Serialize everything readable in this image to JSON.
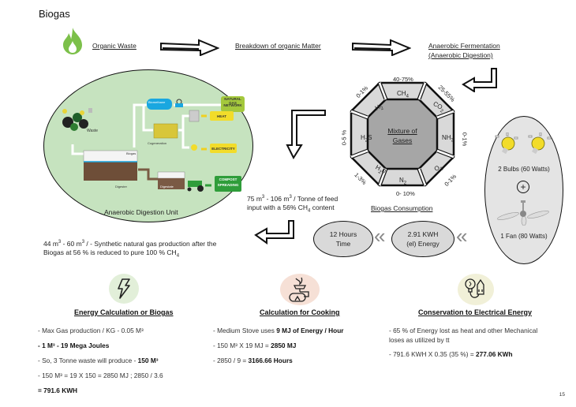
{
  "page": {
    "title": "Biogas",
    "page_number": "15"
  },
  "flow": {
    "steps": [
      "Organic Waste",
      "Breakdown of organic Matter",
      "Anaerobic Fermentation",
      "(Anaerobic Digestion)"
    ]
  },
  "digestion_unit": {
    "caption": "Anaerobic Digestion Unit",
    "labels": {
      "waste": "Waste",
      "digester": "Digester",
      "biogas": "Biogas",
      "biomethane": "Biomethane",
      "cogeneration": "Cogeneration",
      "digestate": "Digestate",
      "natural_gas_network_1": "NATURAL GAS",
      "natural_gas_network_2": "NETWORK",
      "heat": "HEAT",
      "electricity": "ELECTRICITY",
      "compost_1": "COMPOST",
      "compost_2": "SPREADING"
    }
  },
  "gas_mixture": {
    "center_line1": "Mixture of",
    "center_line2": "Gases",
    "segments": [
      {
        "gas": "CH",
        "sub": "4",
        "range": "40-75%"
      },
      {
        "gas": "CO",
        "sub": "2",
        "range": "25-55%"
      },
      {
        "gas": "NH",
        "sub": "3",
        "range": "0-1%"
      },
      {
        "gas": "O",
        "sub": "2",
        "range": "0-1%"
      },
      {
        "gas": "N",
        "sub": "2",
        "range": "0- 10%"
      },
      {
        "gas": "H",
        "sub": "2",
        "gas_suffix": "0",
        "range": "1-3%"
      },
      {
        "gas": "H",
        "sub": "2",
        "gas_suffix": "S",
        "range": "0-5 %"
      },
      {
        "gas": "H",
        "sub": "2",
        "range": "0-1%"
      }
    ]
  },
  "feed_note": {
    "line1_a": "75 m",
    "line1_sup1": "3",
    "line1_b": " - 106 m",
    "line1_sup2": "3",
    "line1_c": " / Tonne of feed",
    "line2_a": "input with a 56% CH",
    "line2_sub": "4",
    "line2_b": " content"
  },
  "consumption": {
    "label": "Biogas Consumption",
    "bulbs": "2 Bulbs (60 Watts)",
    "plus": "+",
    "fan": "1 Fan (80 Watts)",
    "energy_line1": "2.91 KWH",
    "energy_line2": "(el) Energy",
    "time_line1": "12 Hours",
    "time_line2": "Time",
    "chevron": "«"
  },
  "sng_note": {
    "line1_a": "44 m",
    "line1_sup1": "3",
    "line1_b": " - 60 m",
    "line1_sup2": "3",
    "line1_c": " / - Synthetic natural gas production after the",
    "line2_a": "Biogas at 56 % is reduced to pure 100 % CH",
    "line2_sub": "4"
  },
  "sections": {
    "energy": {
      "title": "Energy Calculation or Biogas",
      "icon_color": "#e2efd9",
      "l1": "- Max Gas production / KG - 0.05 M³",
      "l2": "- 1 M³ - 19 Mega Joules",
      "l3a": "- So, 3 Tonne waste will produce - ",
      "l3b": "150 M³",
      "l4": "- 150 M³ = 19 X 150 = 2850 MJ ; 2850 / 3.6",
      "l5": "= 791.6 KWH"
    },
    "cooking": {
      "title": "Calculation for Cooking",
      "icon_color": "#f6e0d6",
      "l1a": "- Medium Stove uses ",
      "l1b": "9 MJ of Energy / Hour",
      "l2a": "- 150 M³ X 19 MJ = ",
      "l2b": "2850 MJ",
      "l3a": "- 2850 / 9 = ",
      "l3b": "3166.66 Hours"
    },
    "electrical": {
      "title": "Conservation to Electrical Energy",
      "icon_color": "#f1f0d8",
      "l1": "- 65 % of Energy lost as heat and other Mechanical",
      "l2": "loses as utilized by tt",
      "l3a": "- 791.6 KWH X 0.35 (35 %) = ",
      "l3b": "277.06 KWh"
    }
  },
  "colors": {
    "flame": "#7cc04a",
    "ellipse_green": "#c6e3bf",
    "gray": "#d9d9d9",
    "dark_gray": "#a6a6a6"
  }
}
